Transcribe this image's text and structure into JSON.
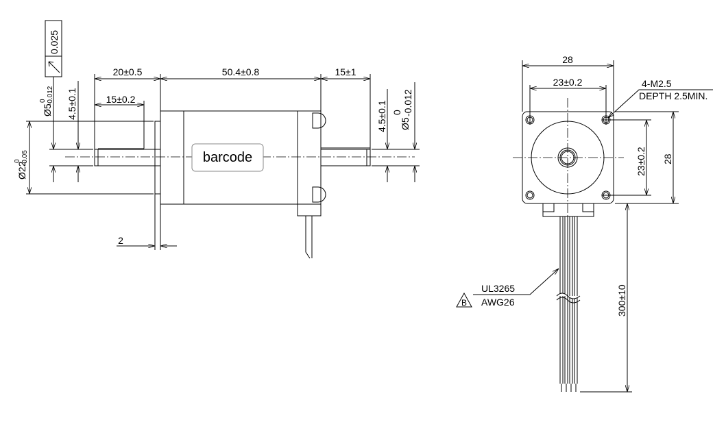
{
  "side_view": {
    "label": "barcode",
    "dims": {
      "front_shaft_length": "20±0.5",
      "body_length": "50.4±0.8",
      "rear_shaft_length": "15±1",
      "flat_length": "15±0.2",
      "flange_thickness": "2",
      "pilot_dia": "Ø22",
      "pilot_dia_tol_upper": "0",
      "pilot_dia_tol_lower": "-0.05",
      "front_shaft_dia": "Ø5",
      "front_shaft_tol_upper": "0",
      "front_shaft_tol_lower": "-0.012",
      "front_flat": "4.5±0.1",
      "rear_flat": "4.5±0.1",
      "rear_shaft_dia": "Ø5",
      "rear_shaft_tol_upper": "0",
      "rear_shaft_tol_lower": "-0.012"
    },
    "runout_tolerance": "0.025"
  },
  "front_view": {
    "dims": {
      "width": "28",
      "hole_spacing_h": "23±0.2",
      "hole_spacing_v": "23±0.2",
      "height": "28",
      "lead_length": "300±10"
    },
    "thread_note_1": "4-M2.5",
    "thread_note_2": "DEPTH 2.5MIN.",
    "wire_spec_1": "UL3265",
    "wire_spec_2": "AWG26",
    "revision_mark": "B"
  }
}
